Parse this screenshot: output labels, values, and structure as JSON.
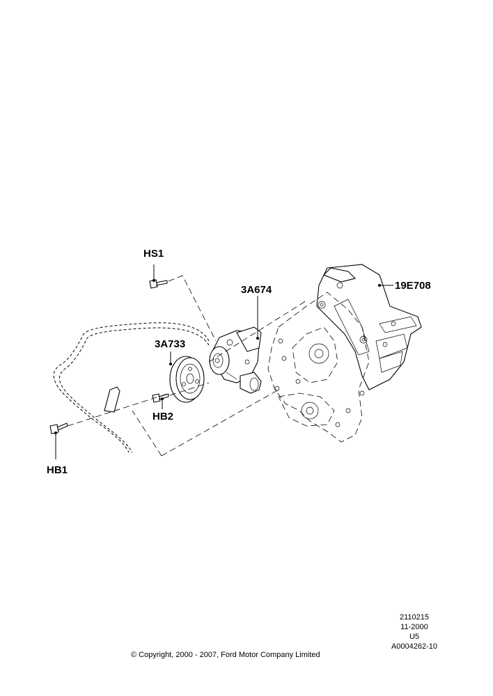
{
  "callouts": {
    "hs1": "HS1",
    "part_3a674": "3A674",
    "part_19e708": "19E708",
    "part_3a733": "3A733",
    "hb2": "HB2",
    "hb1": "HB1"
  },
  "meta": {
    "code": "2110215",
    "date": "11-2000",
    "rev": "U5",
    "ref": "A0004262-10"
  },
  "copyright": "© Copyright, 2000 - 2007, Ford Motor Company Limited"
}
